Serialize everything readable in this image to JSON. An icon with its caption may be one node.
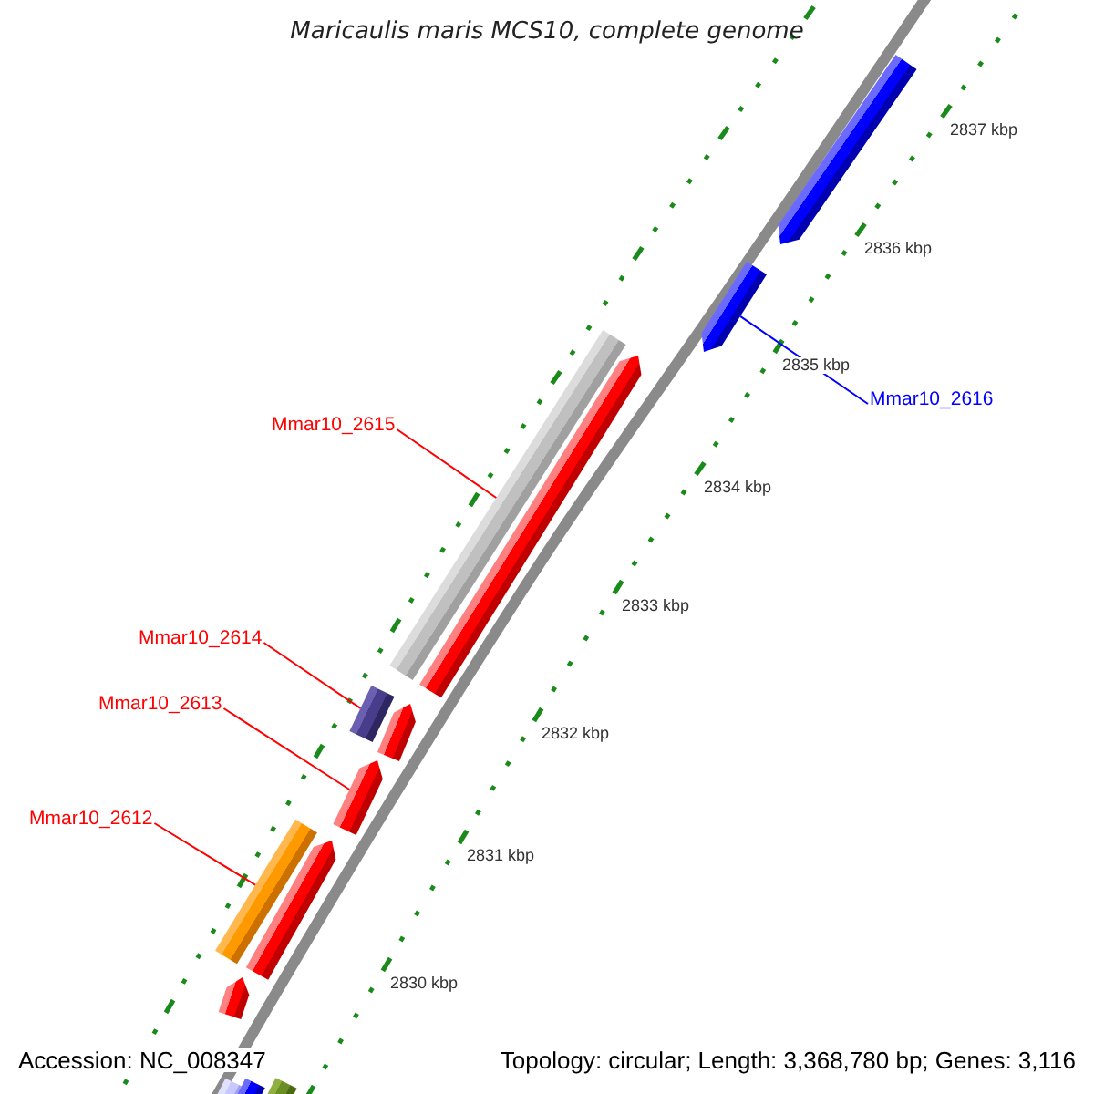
{
  "diagram": {
    "title": "Maricaulis maris MCS10, complete genome",
    "nodes": [
      {
        "text": [
          "Mmar10_2616"
        ]
      },
      {
        "text": [],
        "shape": "arrow"
      },
      {
        "text": [],
        "shape": "arrow"
      },
      {
        "text": [
          "Mmar10_2615"
        ]
      },
      {
        "text": [],
        "shape": "bar"
      },
      {
        "text": [],
        "shape": "arrow"
      },
      {
        "text": [
          "Mmar10_2614"
        ]
      },
      {
        "text": [],
        "shape": "bar"
      },
      {
        "text": [],
        "shape": "arrow"
      },
      {
        "text": [
          "Mmar10_2613"
        ]
      },
      {
        "text": [],
        "shape": "arrow"
      },
      {
        "text": [
          "Mmar10_2612"
        ]
      },
      {
        "text": [],
        "shape": "bar"
      },
      {
        "text": [],
        "shape": "arrow"
      },
      {
        "text": [],
        "shape": "arrow"
      },
      {
        "text": [],
        "shape": "bar"
      },
      {
        "text": [],
        "shape": "bar"
      },
      {
        "text": [],
        "shape": "bar"
      }
    ],
    "edges": [
      {
        "from": 0,
        "to": 2,
        "arrow": "none",
        "color": "#0000ff"
      },
      {
        "from": 3,
        "to": 4,
        "arrow": "none"
      },
      {
        "from": 6,
        "to": 7,
        "arrow": "none"
      },
      {
        "from": 9,
        "to": 10,
        "arrow": "none"
      },
      {
        "from": 11,
        "to": 12,
        "arrow": "none"
      }
    ],
    "labels": [
      "2837 kbp",
      "2836 kbp",
      "2835 kbp",
      "2834 kbp",
      "2833 kbp",
      "2832 kbp",
      "2831 kbp",
      "2830 kbp",
      "Accession: NC_008347",
      "Topology: circular; Length: 3,368,780 bp; Genes: 3,116"
    ]
  }
}
